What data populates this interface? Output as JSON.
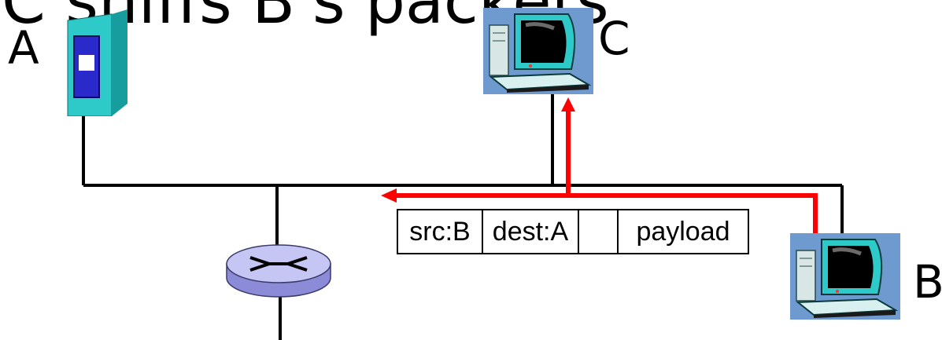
{
  "title": "C sniffs B's packets",
  "hosts": {
    "a_label": "A",
    "b_label": "B",
    "c_label": "C"
  },
  "packet": {
    "src": "src:B",
    "dest": "dest:A",
    "empty": "",
    "payload": "payload"
  },
  "colors": {
    "link": "#000000",
    "sniff_path": "#ff0000",
    "host_bg": "#6f9ad0",
    "server_body": "#2ec9c9",
    "router_body": "#b8b8f0"
  },
  "icons": {
    "host_a": "server-icon",
    "host_b": "computer-icon",
    "host_c": "computer-icon",
    "router": "router-icon"
  }
}
